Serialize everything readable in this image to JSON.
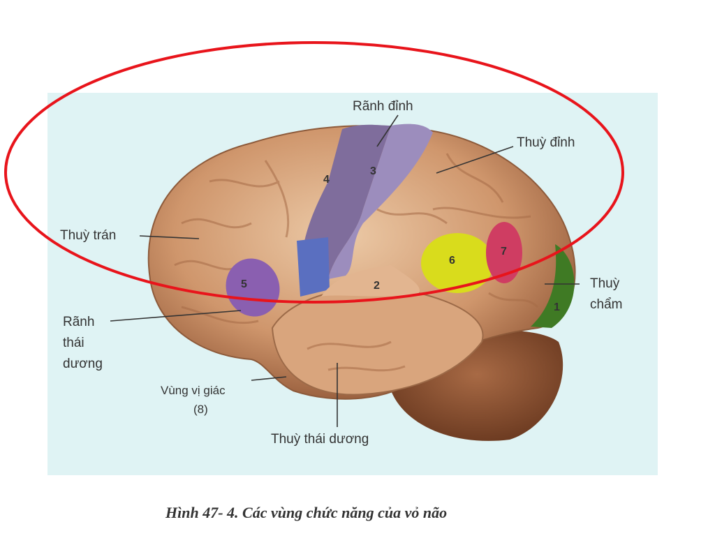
{
  "figure": {
    "caption": "Hình 47- 4. Các vùng chức năng của vỏ não",
    "labels": {
      "ranh_dinh": "Rãnh đỉnh",
      "thuy_dinh": "Thuỳ đỉnh",
      "thuy_tran": "Thuỳ trán",
      "thuy_cham_1": "Thuỳ",
      "thuy_cham_2": "chẩm",
      "ranh_thai_duong_1": "Rãnh",
      "ranh_thai_duong_2": "thái",
      "ranh_thai_duong_3": "dương",
      "vung_vi_giac": "Vùng vị giác",
      "vung_vi_giac_num": "(8)",
      "thuy_thai_duong": "Thuỳ thái dương"
    },
    "regions": [
      "1",
      "2",
      "3",
      "4",
      "5",
      "6",
      "7"
    ],
    "colors": {
      "background": "#dff3f4",
      "brain": "#c98f66",
      "highlight_ellipse": "#e8141b",
      "region_purple": "#8a78a8",
      "region_blue": "#5a6fc0",
      "region_yellow": "#d9dc1c",
      "region_pink": "#cf3d62",
      "region_green": "#3f7a24"
    }
  }
}
